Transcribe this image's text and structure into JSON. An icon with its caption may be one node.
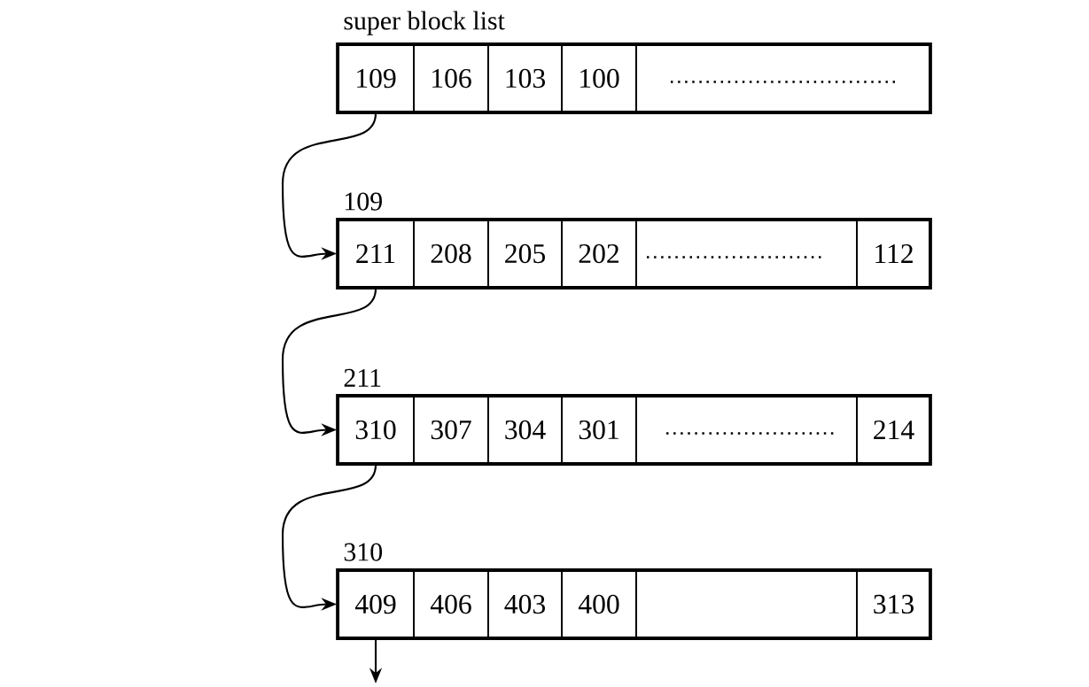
{
  "diagram": {
    "nodes": [
      {
        "text": [
          "super block list"
        ]
      },
      {
        "text": [
          "109"
        ],
        "in": 0
      },
      {
        "text": [
          "106"
        ],
        "in": 0
      },
      {
        "text": [
          "103"
        ],
        "in": 0
      },
      {
        "text": [
          "100"
        ],
        "in": 0
      },
      {
        "text": [],
        "shape": "box",
        "in": 0
      },
      {
        "text": [
          "109"
        ]
      },
      {
        "text": [
          "211"
        ],
        "in": 6
      },
      {
        "text": [
          "208"
        ],
        "in": 6
      },
      {
        "text": [
          "205"
        ],
        "in": 6
      },
      {
        "text": [
          "202"
        ],
        "in": 6
      },
      {
        "text": [],
        "shape": "box",
        "in": 6
      },
      {
        "text": [
          "112"
        ],
        "in": 6
      },
      {
        "text": [
          "211"
        ]
      },
      {
        "text": [
          "310"
        ],
        "in": 13
      },
      {
        "text": [
          "307"
        ],
        "in": 13
      },
      {
        "text": [
          "304"
        ],
        "in": 13
      },
      {
        "text": [
          "301"
        ],
        "in": 13
      },
      {
        "text": [],
        "shape": "box",
        "in": 13
      },
      {
        "text": [
          "214"
        ],
        "in": 13
      },
      {
        "text": [
          "310"
        ]
      },
      {
        "text": [
          "409"
        ],
        "in": 20
      },
      {
        "text": [
          "406"
        ],
        "in": 20
      },
      {
        "text": [
          "403"
        ],
        "in": 20
      },
      {
        "text": [
          "400"
        ],
        "in": 20
      },
      {
        "text": [],
        "shape": "box",
        "in": 20
      },
      {
        "text": [
          "313"
        ],
        "in": 20
      }
    ],
    "edges": [
      {
        "from": 1,
        "to": 7,
        "arrow": "to"
      },
      {
        "from": 7,
        "to": 14,
        "arrow": "to"
      },
      {
        "from": 14,
        "to": 21,
        "arrow": "to"
      },
      {
        "from": 21,
        "to": null,
        "arrow": "to"
      }
    ]
  }
}
